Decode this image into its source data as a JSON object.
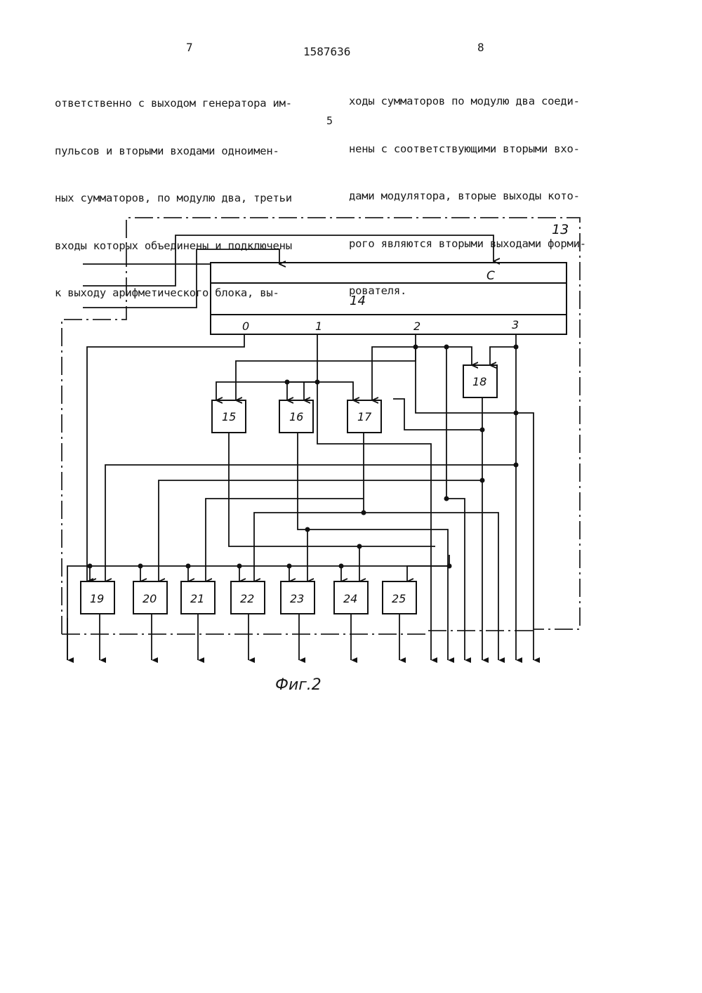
{
  "header": {
    "page_left": "7",
    "patent_number": "1587636",
    "page_right": "8"
  },
  "text": {
    "left_lines": [
      "ответственно с выходом генератора им-",
      "пульсов и вторыми входами одноимен-",
      "ных сумматоров, по модулю два, третьи",
      "входы которых объединены и подключены",
      "к выходу арифметического блока, вы-"
    ],
    "line_marker": "5",
    "right_lines": [
      "ходы сумматоров по модулю два соеди-",
      "нены с соответствующими вторыми вхо-",
      "дами модулятора, вторые выходы кото-",
      "рого являются вторыми выходами форми-",
      "рователя."
    ]
  },
  "figure": {
    "outer_label": "13",
    "block14": {
      "c_label": "C",
      "label": "14",
      "outputs": [
        "0",
        "1",
        "2",
        "3"
      ]
    },
    "mid_blocks": [
      "15",
      "16",
      "17",
      "18"
    ],
    "bottom_blocks": [
      "19",
      "20",
      "21",
      "22",
      "23",
      "24",
      "25"
    ],
    "caption": "Фиг.2"
  }
}
